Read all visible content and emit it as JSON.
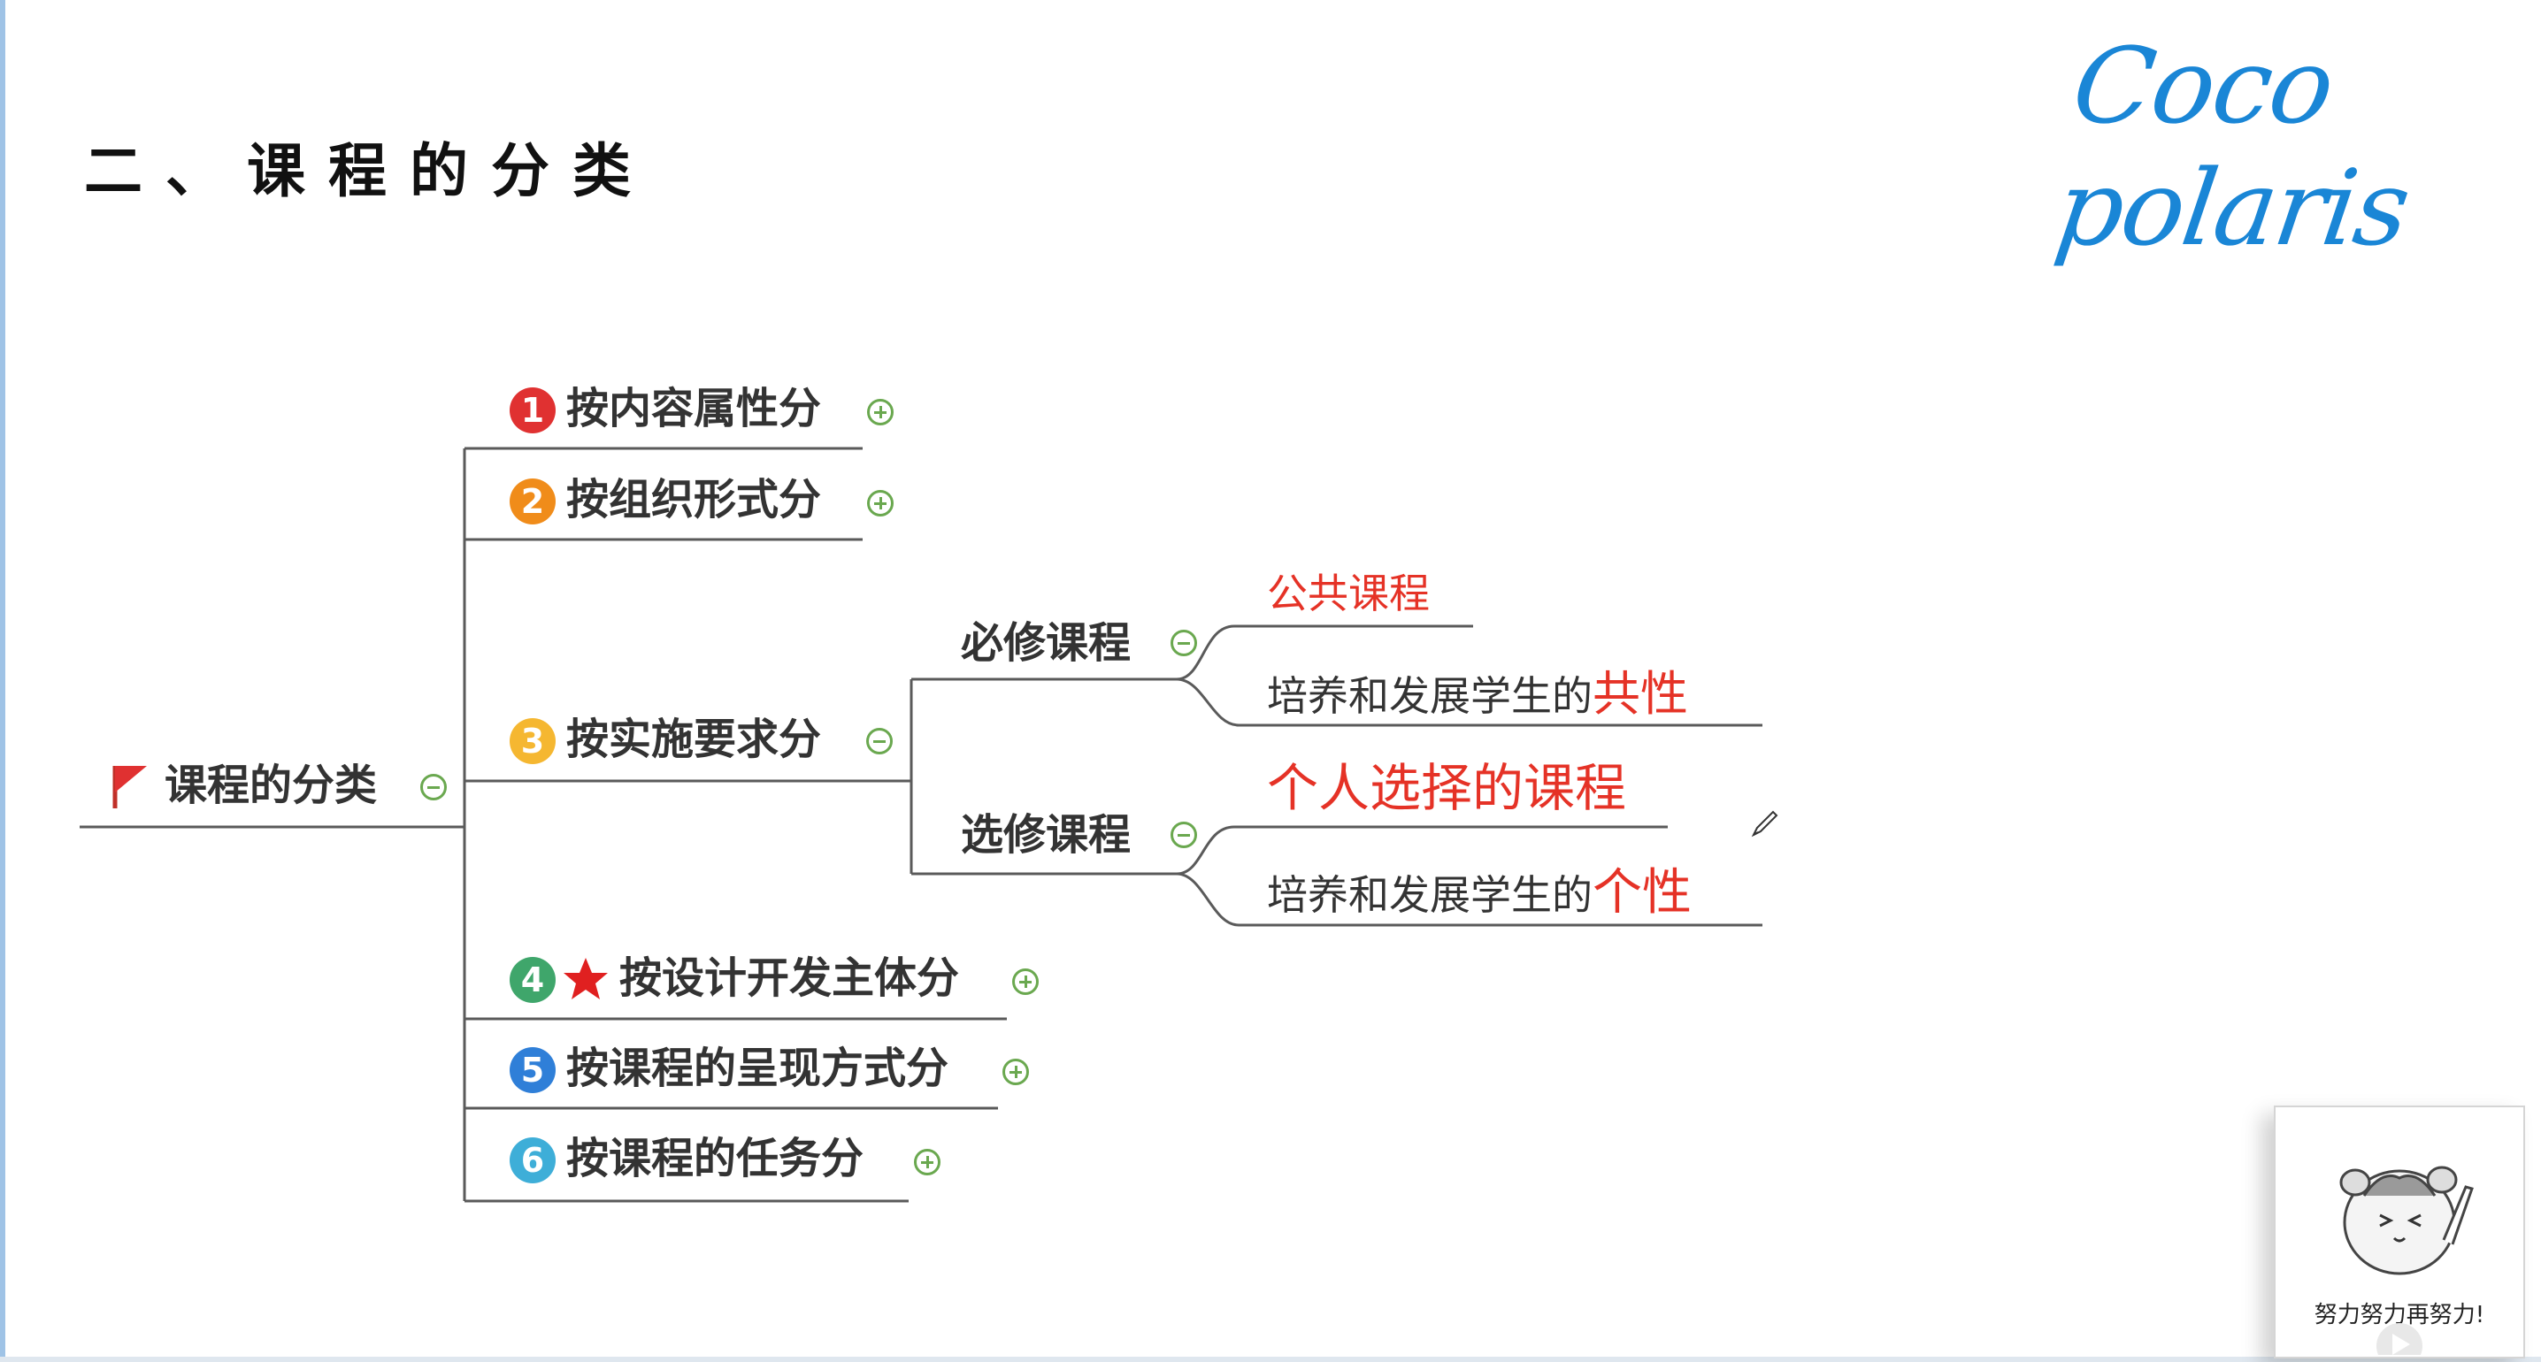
{
  "slide": {
    "title": "二、课程的分类",
    "brand": "Coco polaris"
  },
  "mindmap": {
    "root": {
      "label": "课程的分类",
      "toggle": "collapse"
    },
    "branches": [
      {
        "number": "1",
        "label": "按内容属性分",
        "badge_color": "#e03131",
        "toggle": "expand"
      },
      {
        "number": "2",
        "label": "按组织形式分",
        "badge_color": "#f08c1a",
        "toggle": "expand"
      },
      {
        "number": "3",
        "label": "按实施要求分",
        "badge_color": "#f5b731",
        "toggle": "collapse",
        "children": [
          {
            "label": "必修课程",
            "toggle": "collapse",
            "children": [
              {
                "label": "公共课程"
              },
              {
                "prefix": "培养和发展学生的",
                "highlight": "共性"
              }
            ]
          },
          {
            "label": "选修课程",
            "toggle": "collapse",
            "children": [
              {
                "label": "个人选择的课程"
              },
              {
                "prefix": "培养和发展学生的",
                "highlight": "个性"
              }
            ]
          }
        ]
      },
      {
        "number": "4",
        "label": "按设计开发主体分",
        "badge_color": "#3fa66b",
        "marker": "star-icon",
        "toggle": "expand"
      },
      {
        "number": "5",
        "label": "按课程的呈现方式分",
        "badge_color": "#2f7fd8",
        "toggle": "expand"
      },
      {
        "number": "6",
        "label": "按课程的任务分",
        "badge_color": "#3eaed8",
        "toggle": "expand"
      }
    ]
  },
  "sticker": {
    "caption": "努力努力再努力!",
    "icon": "hamster-mascot-icon"
  },
  "colors": {
    "accent_red": "#e53226",
    "line": "#555555",
    "toggle": "#6aa84f",
    "brand": "#1a86d6"
  }
}
